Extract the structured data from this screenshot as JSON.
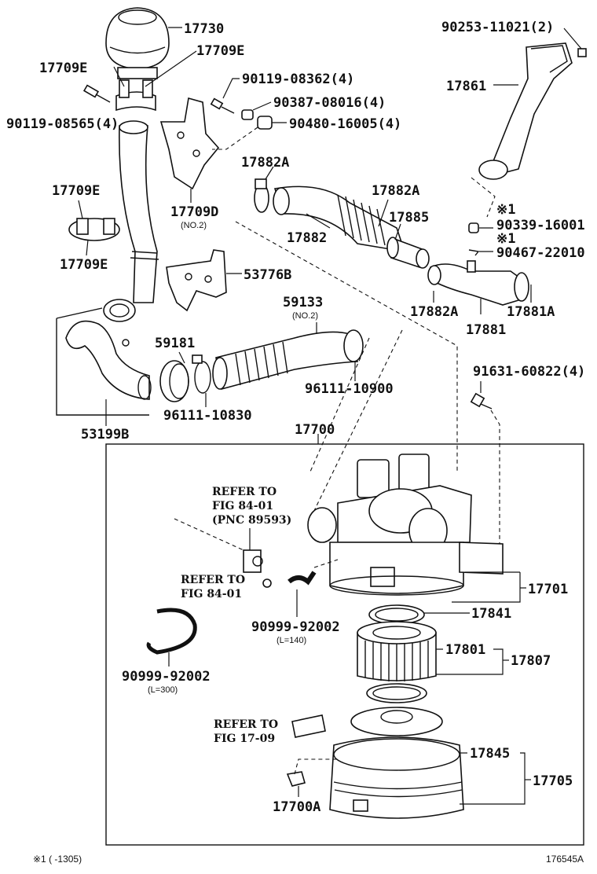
{
  "parts": {
    "p17730": "17730",
    "p17709E_a": "17709E",
    "p17709E_b": "17709E",
    "p17709E_c": "17709E",
    "p17709E_d": "17709E",
    "p90119_08565": "90119-08565(4)",
    "p90119_08362": "90119-08362(4)",
    "p90387_08016": "90387-08016(4)",
    "p90480_16005": "90480-16005(4)",
    "p17709D": "17709D",
    "p17709D_note": "(NO.2)",
    "p53776B": "53776B",
    "p53199B": "53199B",
    "p90253_11021": "90253-11021(2)",
    "p17861": "17861",
    "p17882A_a": "17882A",
    "p17882A_b": "17882A",
    "p17882A_c": "17882A",
    "p17882": "17882",
    "p17885": "17885",
    "p90339_16001_mark": "※1",
    "p90339_16001": "90339-16001",
    "p90467_22010_mark": "※1",
    "p90467_22010": "90467-22010",
    "p17881": "17881",
    "p17881A": "17881A",
    "p59133": "59133",
    "p59133_note": "(NO.2)",
    "p59181": "59181",
    "p96111_10900": "96111-10900",
    "p96111_10830": "96111-10830",
    "p91631_60822": "91631-60822(4)",
    "p17700": "17700",
    "p17701": "17701",
    "p17841": "17841",
    "p17801": "17801",
    "p17807": "17807",
    "p17845": "17845",
    "p17705": "17705",
    "p17700A": "17700A",
    "p90999_92002_a": "90999-92002",
    "p90999_92002_a_note": "(L=140)",
    "p90999_92002_b": "90999-92002",
    "p90999_92002_b_note": "(L=300)"
  },
  "refs": {
    "r1_line1": "REFER TO",
    "r1_line2": "FIG 84-01",
    "r1_line3": "(PNC 89593)",
    "r2_line1": "REFER TO",
    "r2_line2": "FIG 84-01",
    "r3_line1": "REFER TO",
    "r3_line2": "FIG 17-09"
  },
  "footer": {
    "note": "※1 (     -1305)",
    "figure_code": "176545A"
  }
}
